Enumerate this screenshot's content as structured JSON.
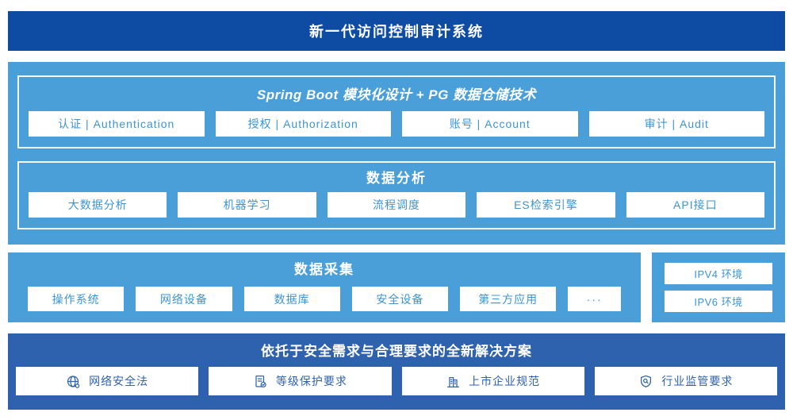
{
  "colors": {
    "header_blue": "#0e4ba3",
    "light_blue": "#4a9fd9",
    "solution_blue": "#2f62ae",
    "chip_text_blue": "#3d94d1"
  },
  "header": {
    "title": "新一代访问控制审计系统"
  },
  "platform": {
    "spring_boot": {
      "title": "Spring Boot 模块化设计 + PG 数据仓储技术",
      "modules": [
        "认证 | Authentication",
        "授权 | Authorization",
        "账号 | Account",
        "审计 | Audit"
      ]
    },
    "data_analysis": {
      "title": "数据分析",
      "modules": [
        "大数据分析",
        "机器学习",
        "流程调度",
        "ES检索引擎",
        "API接口"
      ]
    }
  },
  "collection": {
    "title": "数据采集",
    "modules": [
      "操作系统",
      "网络设备",
      "数据库",
      "安全设备",
      "第三方应用",
      "···"
    ]
  },
  "environments": {
    "items": [
      "IPV4 环境",
      "IPV6 环境"
    ]
  },
  "solution": {
    "title": "依托于安全需求与合理要求的全新解决方案",
    "items": [
      {
        "icon": "globe-icon",
        "label": "网络安全法"
      },
      {
        "icon": "document-check-icon",
        "label": "等级保护要求"
      },
      {
        "icon": "buildings-icon",
        "label": "上市企业规范"
      },
      {
        "icon": "shield-magnifier-icon",
        "label": "行业监管要求"
      }
    ]
  }
}
